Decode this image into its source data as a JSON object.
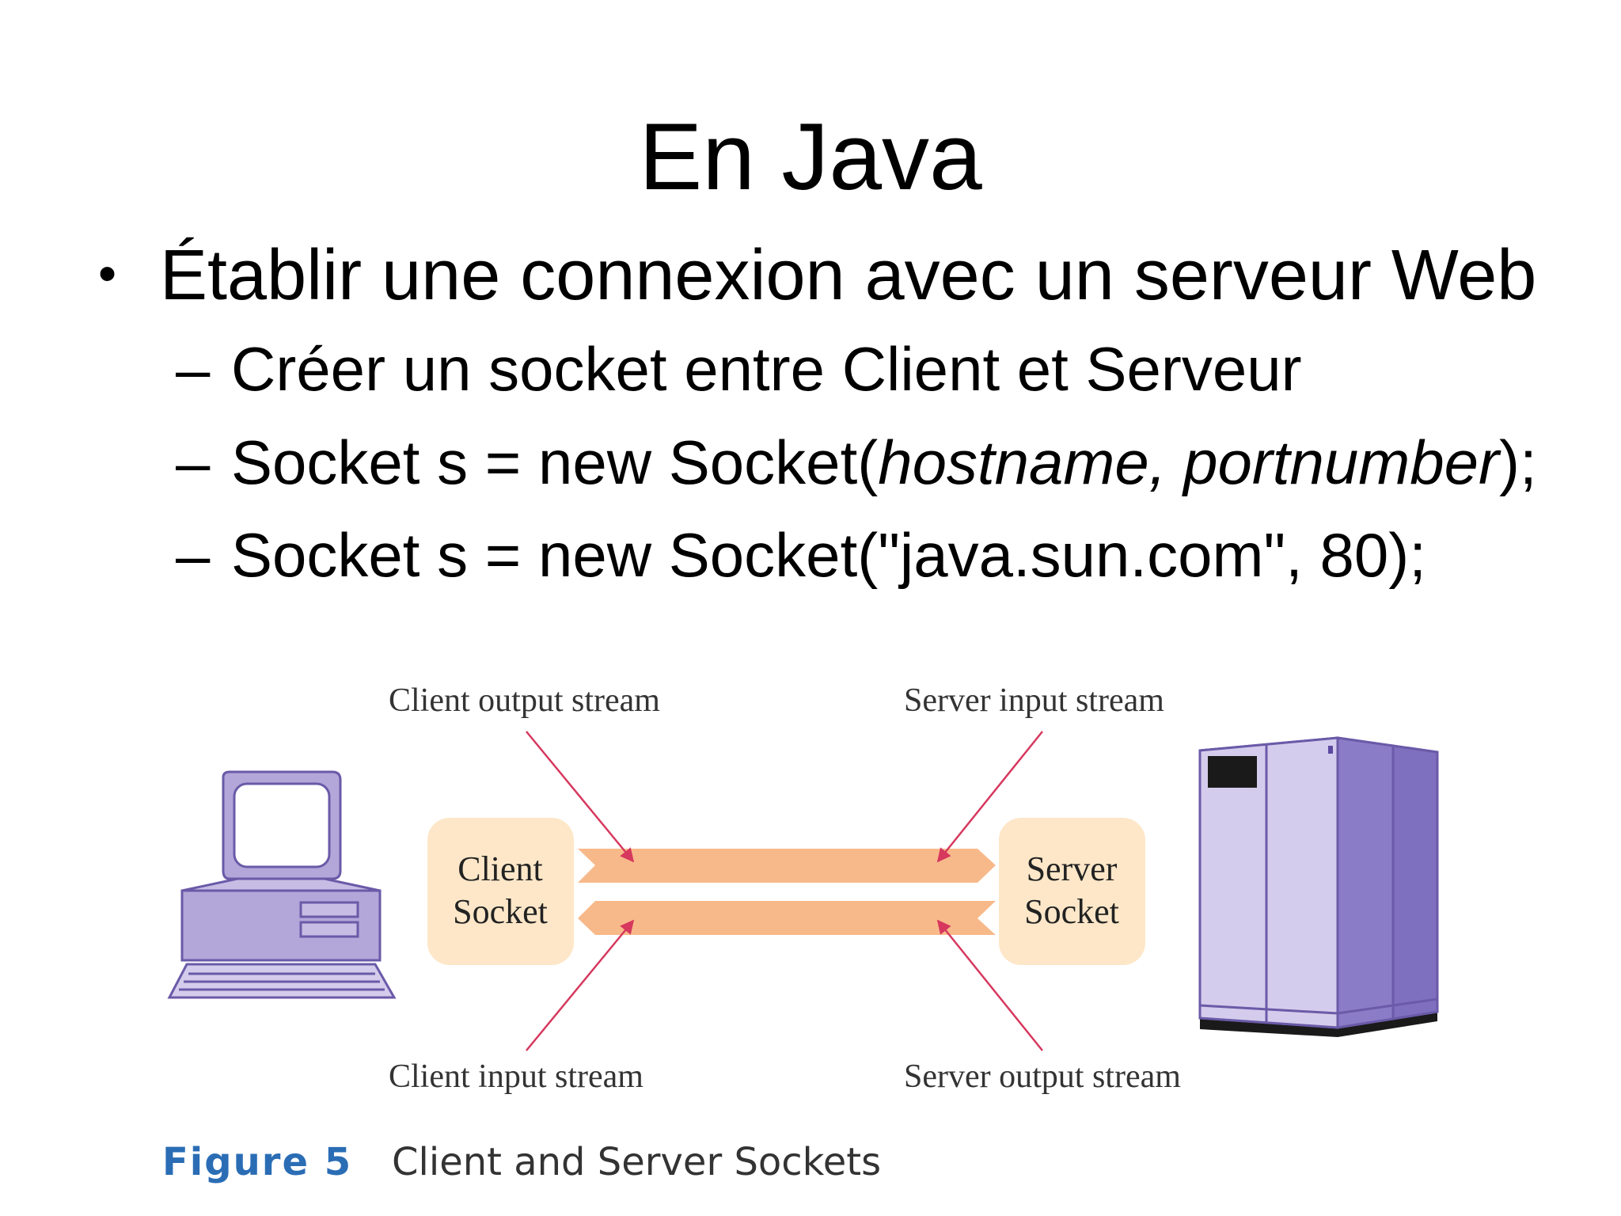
{
  "slide": {
    "title": "En Java",
    "bullet": {
      "marker": "•",
      "text": "Établir une connexion avec un serveur Web"
    },
    "sub_items": [
      {
        "marker": "–",
        "text": "Créer un socket entre Client et Serveur"
      },
      {
        "marker": "–",
        "text_before": "Socket s = new Socket(",
        "text_italic": "hostname, portnumber",
        "text_after": ");"
      },
      {
        "marker": "–",
        "text": "Socket s = new Socket(\"java.sun.com\", 80);"
      }
    ]
  },
  "figure": {
    "labels": {
      "client_output_stream": "Client output stream",
      "server_input_stream": "Server input stream",
      "client_input_stream": "Client input stream",
      "server_output_stream": "Server output stream"
    },
    "client_socket": {
      "line1": "Client",
      "line2": "Socket"
    },
    "server_socket": {
      "line1": "Server",
      "line2": "Socket"
    },
    "caption": {
      "number": "Figure 5",
      "text": "Client and Server Sockets"
    },
    "icons": [
      "computer-icon",
      "server-icon"
    ],
    "colors": {
      "socket_box": "#fde7c8",
      "stream_band": "#f8b98a",
      "arrow": "#d6385e",
      "device_fill": "#b3a6d9",
      "device_stroke": "#6a5aa8",
      "caption_number": "#2a6db5"
    }
  }
}
